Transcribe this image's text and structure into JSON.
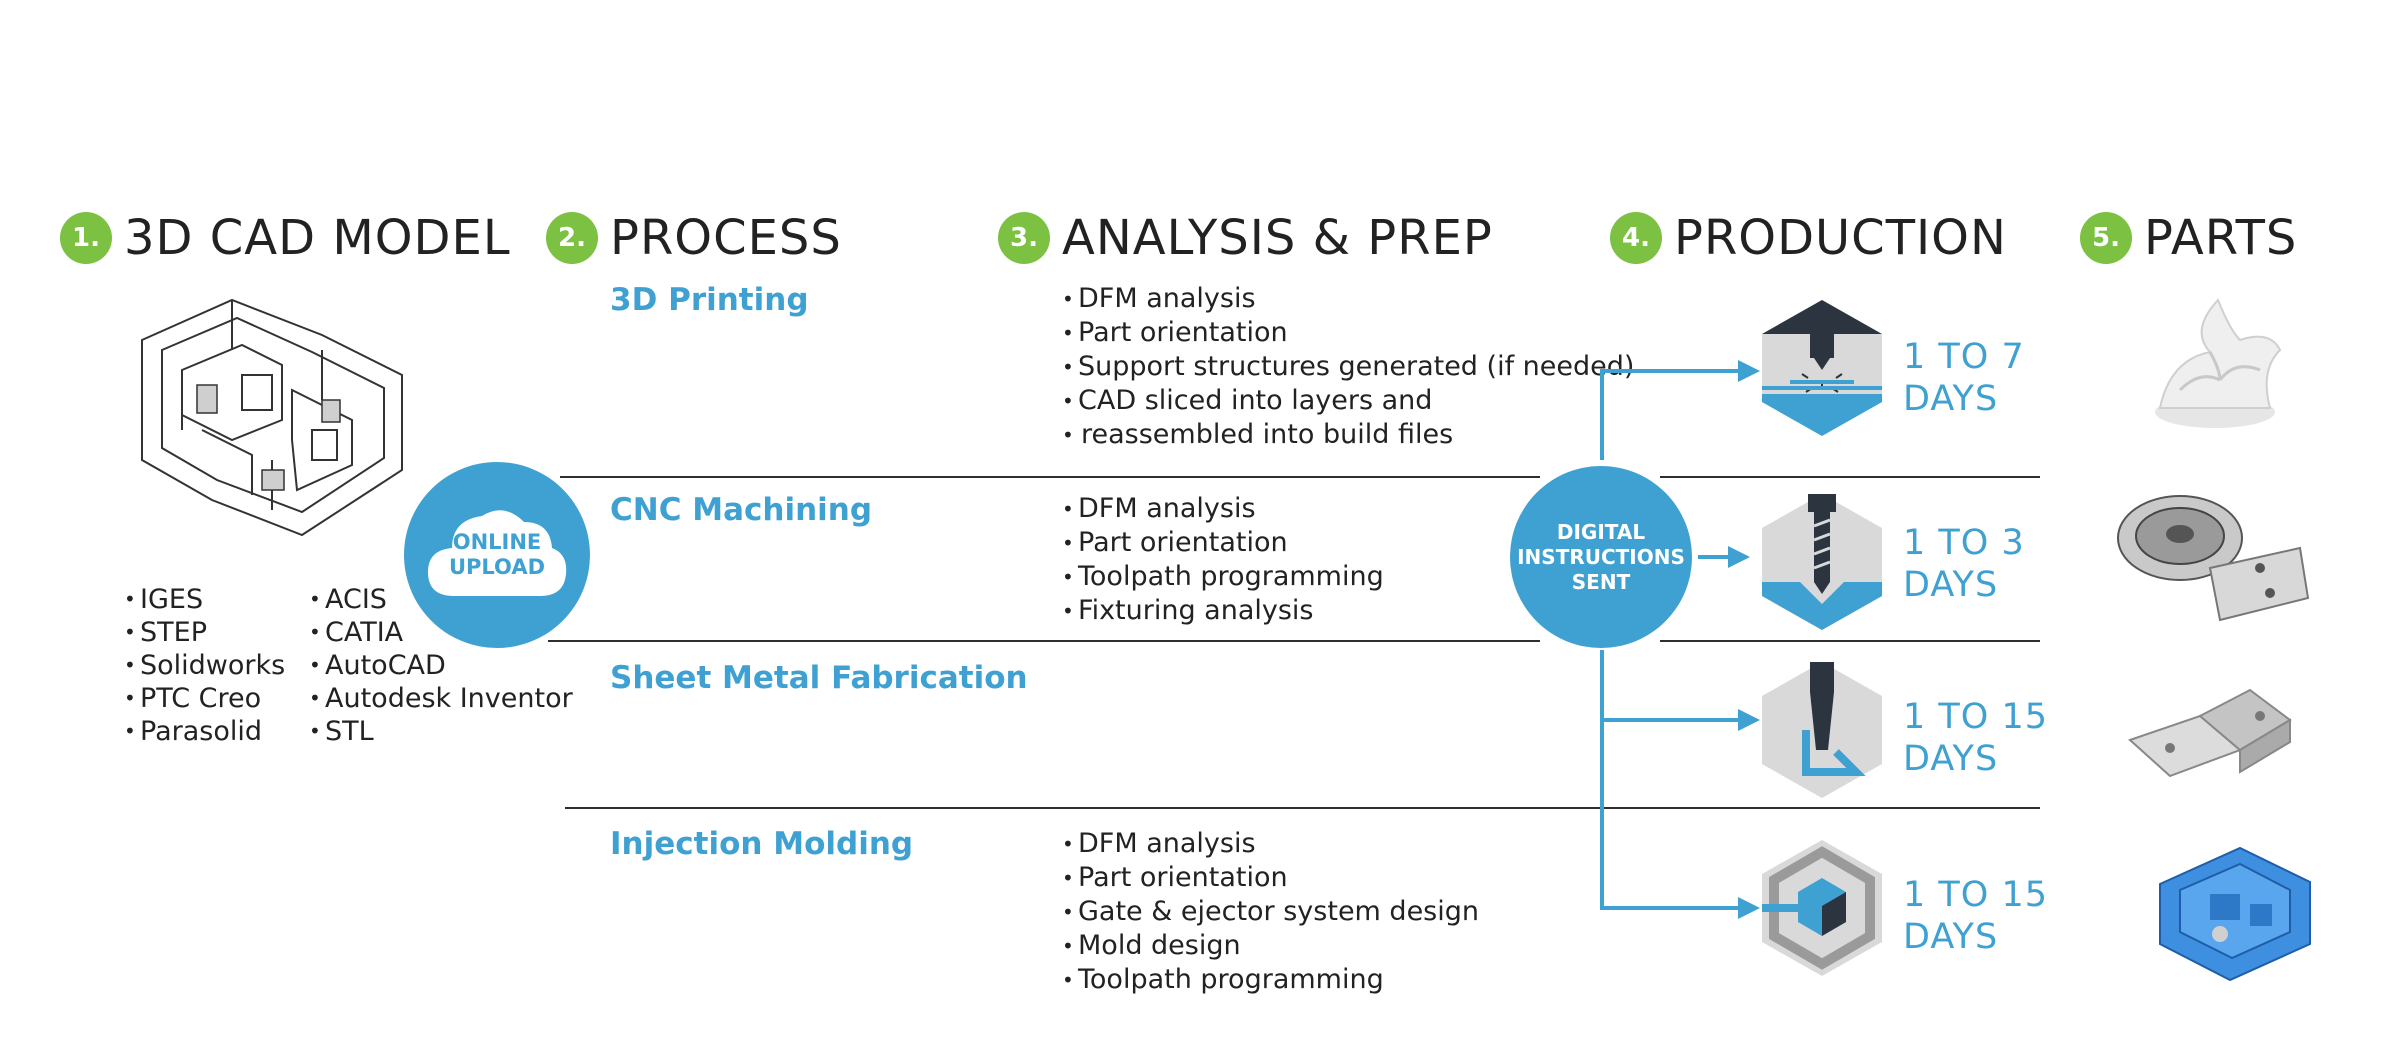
{
  "steps": [
    {
      "num": "1.",
      "title": "3D CAD MODEL"
    },
    {
      "num": "2.",
      "title": "PROCESS"
    },
    {
      "num": "3.",
      "title": "ANALYSIS & PREP"
    },
    {
      "num": "4.",
      "title": "PRODUCTION"
    },
    {
      "num": "5.",
      "title": "PARTS"
    }
  ],
  "formats": {
    "col1": [
      "IGES",
      "STEP",
      "Solidworks",
      "PTC Creo",
      "Parasolid"
    ],
    "col2": [
      "ACIS",
      "CATIA",
      "AutoCAD",
      "Autodesk Inventor",
      "STL"
    ]
  },
  "upload": {
    "line1": "ONLINE",
    "line2": "UPLOAD"
  },
  "instructions": {
    "line1": "DIGITAL",
    "line2": "INSTRUCTIONS",
    "line3": "SENT"
  },
  "processes": [
    {
      "name": "3D Printing",
      "prep": [
        "DFM analysis",
        "Part orientation",
        "Support structures generated (if needed)",
        "CAD sliced into layers and",
        "reassembled into build files"
      ],
      "days_line1": "1 TO 7",
      "days_line2": "DAYS",
      "icon": "3d-printer-nozzle-icon"
    },
    {
      "name": "CNC Machining",
      "prep": [
        "DFM analysis",
        "Part orientation",
        "Toolpath programming",
        "Fixturing analysis"
      ],
      "days_line1": "1 TO 3",
      "days_line2": "DAYS",
      "icon": "drill-bit-icon"
    },
    {
      "name": "Sheet Metal Fabrication",
      "prep": [],
      "days_line1": "1 TO 15",
      "days_line2": "DAYS",
      "icon": "press-brake-icon"
    },
    {
      "name": "Injection Molding",
      "prep": [
        "DFM analysis",
        "Part orientation",
        "Gate & ejector system design",
        "Mold design",
        "Toolpath programming"
      ],
      "days_line1": "1 TO 15",
      "days_line2": "DAYS",
      "icon": "mold-cube-icon"
    }
  ],
  "colors": {
    "accent_blue": "#3fa0d2",
    "badge_green": "#7cc142",
    "text_dark": "#222222",
    "icon_grey": "#d6d6d6"
  }
}
